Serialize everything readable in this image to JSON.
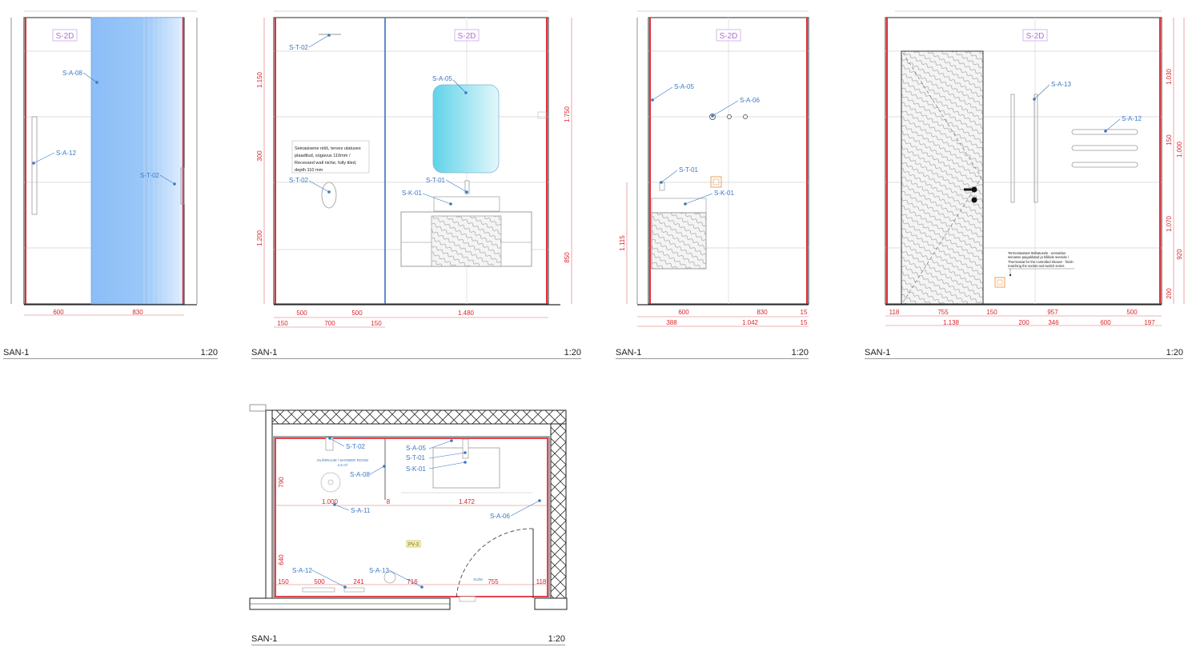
{
  "colors": {
    "wall": "#e0303a",
    "dim": "#d8262e",
    "tag": "#3a78c0",
    "code": "#b36ad6",
    "line": "#2a2a2a",
    "grid": "#d9d9d9",
    "glass": "#8dbef8",
    "mirror": "#5fd3e8",
    "note_bg": "#ffffff",
    "accent": "#e8a060"
  },
  "views": [
    {
      "id": "elev-a",
      "title": "SAN-1",
      "scale": "1:20"
    },
    {
      "id": "elev-b",
      "title": "SAN-1",
      "scale": "1:20"
    },
    {
      "id": "elev-c",
      "title": "SAN-1",
      "scale": "1:20"
    },
    {
      "id": "elev-d",
      "title": "SAN-1",
      "scale": "1:20"
    },
    {
      "id": "plan",
      "title": "SAN-1",
      "scale": "1:20"
    }
  ],
  "elev_a": {
    "code": "S-2D",
    "tags": [
      "S-A-08",
      "S-A-12",
      "S-T-02"
    ],
    "dims": [
      "600",
      "830"
    ]
  },
  "elev_b": {
    "code": "S-2D",
    "tags": [
      "S-T-02",
      "S-A-05",
      "S-T-02",
      "S-T-01",
      "S-K-01"
    ],
    "note": [
      "Seinasisene nišš, terves ulatuses",
      "plaaditud, sügavus 110mm /",
      "Recessed wall niche, fully tiled,",
      "depth 110 mm"
    ],
    "dims_bottom1": [
      "500",
      "500",
      "1.480"
    ],
    "dims_bottom2": [
      "150",
      "700",
      "150"
    ],
    "dims_left": [
      "1.150",
      "300",
      "1.200"
    ],
    "dims_right": [
      "1.750",
      "850"
    ]
  },
  "elev_c": {
    "code": "S-2D",
    "tags": [
      "S-A-05",
      "S-A-06",
      "S-T-01",
      "S-K-01"
    ],
    "dims_bottom1": [
      "600",
      "830",
      "15"
    ],
    "dims_bottom2": [
      "388",
      "1.042",
      "15"
    ],
    "dims_left": [
      "1.115"
    ]
  },
  "elev_d": {
    "code": "S-2D",
    "tags": [
      "S-A-13",
      "S-A-12"
    ],
    "note": [
      "Termostaatsed tööbatusele - eemaldus",
      "seinasse paigaldatud ja kõikide seenide /",
      "Thermostat for the controlled shower - finish",
      "matching the socket and switch series"
    ],
    "dims_bottom1": [
      "118",
      "755",
      "150",
      "957",
      "500"
    ],
    "dims_bottom2": [
      "1.138",
      "200",
      "346",
      "600",
      "197"
    ],
    "dims_right1": [
      "1.030",
      "1.000",
      "1.070",
      "200"
    ],
    "dims_right2": [
      "150",
      "920"
    ]
  },
  "plan": {
    "room_name": "DUŠIRUUM / SHOWER ROOM",
    "room_area": "2,5 m²",
    "room_code": "PV-3",
    "door_label": "SU/M",
    "tags": [
      "S-T-02",
      "S-A-05",
      "S-T-01",
      "S-K-01",
      "S-A-08",
      "S-A-11",
      "S-A-06",
      "S-A-12",
      "S-A-13"
    ],
    "dims_mid": [
      "1.000",
      "8",
      "1.472"
    ],
    "dims_bottom": [
      "150",
      "500",
      "241",
      "716",
      "755",
      "118"
    ],
    "dims_left": [
      "790",
      "640"
    ]
  }
}
